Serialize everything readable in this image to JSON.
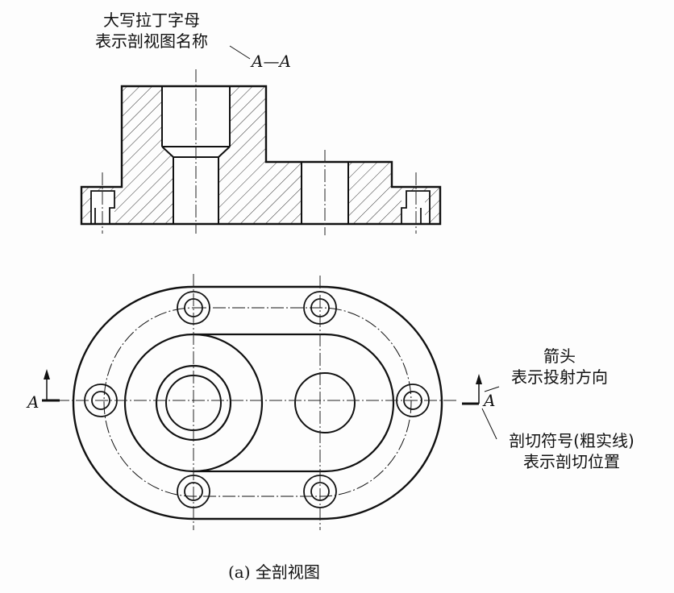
{
  "section_view": {
    "name_label": [
      "大写拉丁字母",
      "表示剖视图名称"
    ],
    "name": "A—A"
  },
  "top_view": {
    "arrow_label": [
      "箭头",
      "表示投射方向"
    ],
    "cut_label": [
      "剖切符号(粗实线)",
      "表示剖切位置"
    ],
    "letter_left": "A",
    "letter_right": "A"
  },
  "caption": {
    "prefix": "(a)",
    "text": "全剖视图"
  }
}
